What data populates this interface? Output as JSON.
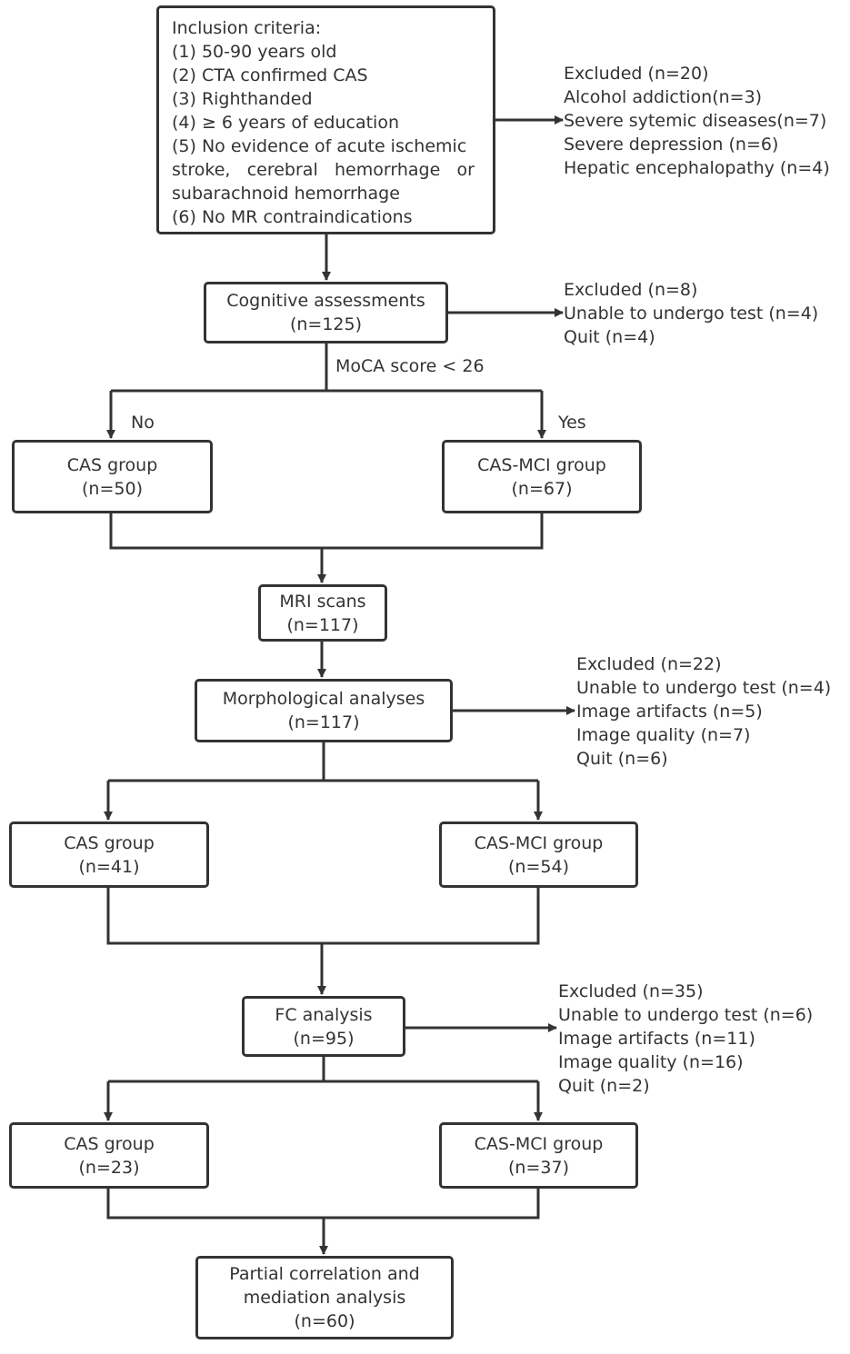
{
  "inclusion": {
    "title": "Inclusion criteria:",
    "items": [
      "(1) 50-90 years old",
      "(2) CTA confirmed CAS",
      "(3) Righthanded",
      "(4) ≥ 6 years of education",
      "(5) No evidence of acute ischemic",
      "stroke, cerebral hemorrhage or",
      "subarachnoid hemorrhage",
      "(6) No MR contraindications"
    ]
  },
  "excluded_1": {
    "lines": [
      "Excluded (n=20)",
      "Alcohol addiction(n=3)",
      "Severe sytemic diseases(n=7)",
      "Severe depression (n=6)",
      "Hepatic encephalopathy (n=4)"
    ]
  },
  "cognitive": {
    "title": "Cognitive assessments",
    "count": "(n=125)"
  },
  "excluded_2": {
    "lines": [
      "Excluded (n=8)",
      "Unable to undergo test (n=4)",
      "Quit (n=4)"
    ]
  },
  "moca_label": "MoCA score < 26",
  "branch": {
    "no": "No",
    "yes": "Yes"
  },
  "stage1": {
    "cas": {
      "title": "CAS group",
      "count": "(n=50)"
    },
    "mci": {
      "title": "CAS-MCI group",
      "count": "(n=67)"
    }
  },
  "mri": {
    "title": "MRI scans",
    "count": "(n=117)"
  },
  "morph": {
    "title": "Morphological analyses",
    "count": "(n=117)"
  },
  "excluded_3": {
    "lines": [
      "Excluded (n=22)",
      "Unable to undergo test (n=4)",
      "Image artifacts (n=5)",
      "Image quality (n=7)",
      "Quit (n=6)"
    ]
  },
  "stage2": {
    "cas": {
      "title": "CAS group",
      "count": "(n=41)"
    },
    "mci": {
      "title": "CAS-MCI group",
      "count": "(n=54)"
    }
  },
  "fc": {
    "title": "FC analysis",
    "count": "(n=95)"
  },
  "excluded_4": {
    "lines": [
      "Excluded (n=35)",
      "Unable to undergo test (n=6)",
      "Image artifacts (n=11)",
      "Image quality (n=16)",
      "Quit (n=2)"
    ]
  },
  "stage3": {
    "cas": {
      "title": "CAS group",
      "count": "(n=23)"
    },
    "mci": {
      "title": "CAS-MCI group",
      "count": "(n=37)"
    }
  },
  "final": {
    "lines": [
      "Partial correlation and",
      "mediation analysis"
    ],
    "count": "(n=60)"
  },
  "colors": {
    "stroke": "#333333",
    "text": "#333333",
    "background": "#ffffff"
  }
}
